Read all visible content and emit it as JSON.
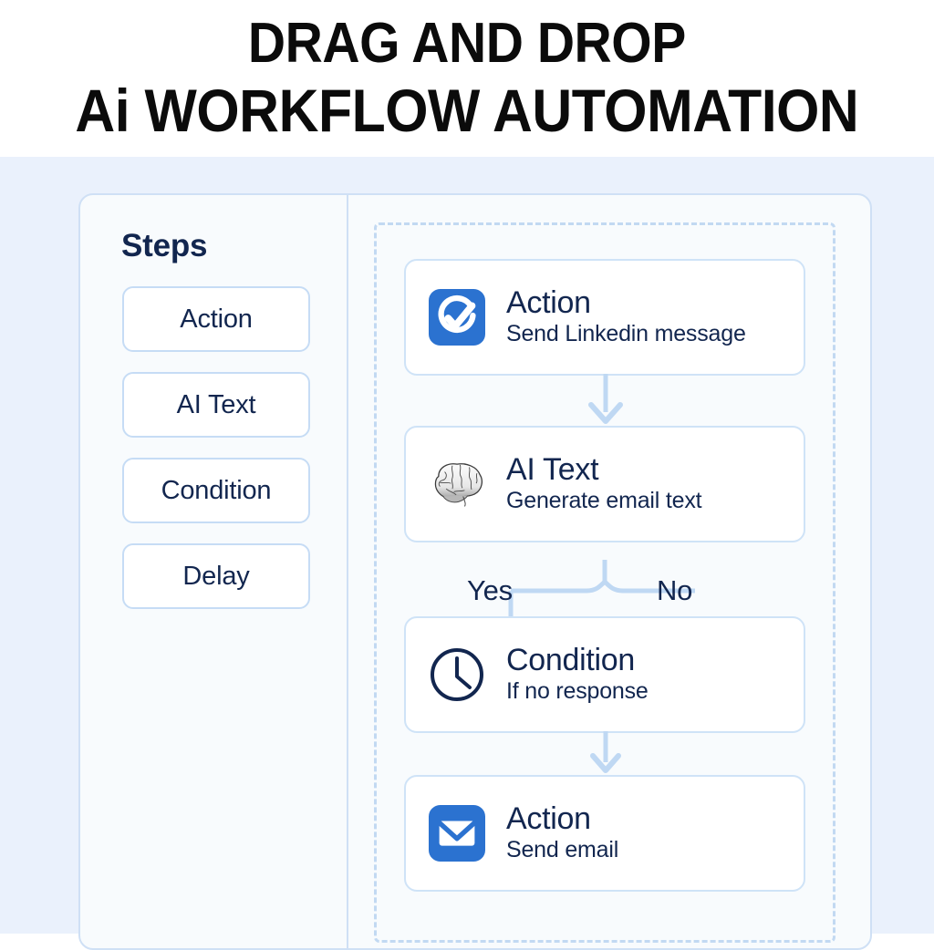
{
  "header": {
    "title_line_1": "DRAG AND DROP",
    "title_line_2": "Ai WORKFLOW AUTOMATION"
  },
  "colors": {
    "page_background": "#eaf1fc",
    "panel_background": "#f8fbfd",
    "panel_border": "#cfe0f5",
    "card_background": "#ffffff",
    "card_border": "#cfe3f7",
    "dashed_border": "#c2d9f2",
    "text_navy": "#12264f",
    "icon_blue": "#2b72d0",
    "connector_blue": "#bfd8f3",
    "title_black": "#0b0b0b"
  },
  "sidebar": {
    "title": "Steps",
    "items": [
      {
        "label": "Action"
      },
      {
        "label": "AI Text"
      },
      {
        "label": "Condition"
      },
      {
        "label": "Delay"
      }
    ]
  },
  "canvas": {
    "nodes": [
      {
        "icon": "check-circle-icon",
        "title": "Action",
        "subtitle": "Send Linkedin message"
      },
      {
        "icon": "brain-icon",
        "title": "AI Text",
        "subtitle": "Generate email text"
      },
      {
        "icon": "clock-icon",
        "title": "Condition",
        "subtitle": "If no response"
      },
      {
        "icon": "envelope-icon",
        "title": "Action",
        "subtitle": "Send email"
      }
    ],
    "branch": {
      "yes_label": "Yes",
      "no_label": "No"
    }
  }
}
